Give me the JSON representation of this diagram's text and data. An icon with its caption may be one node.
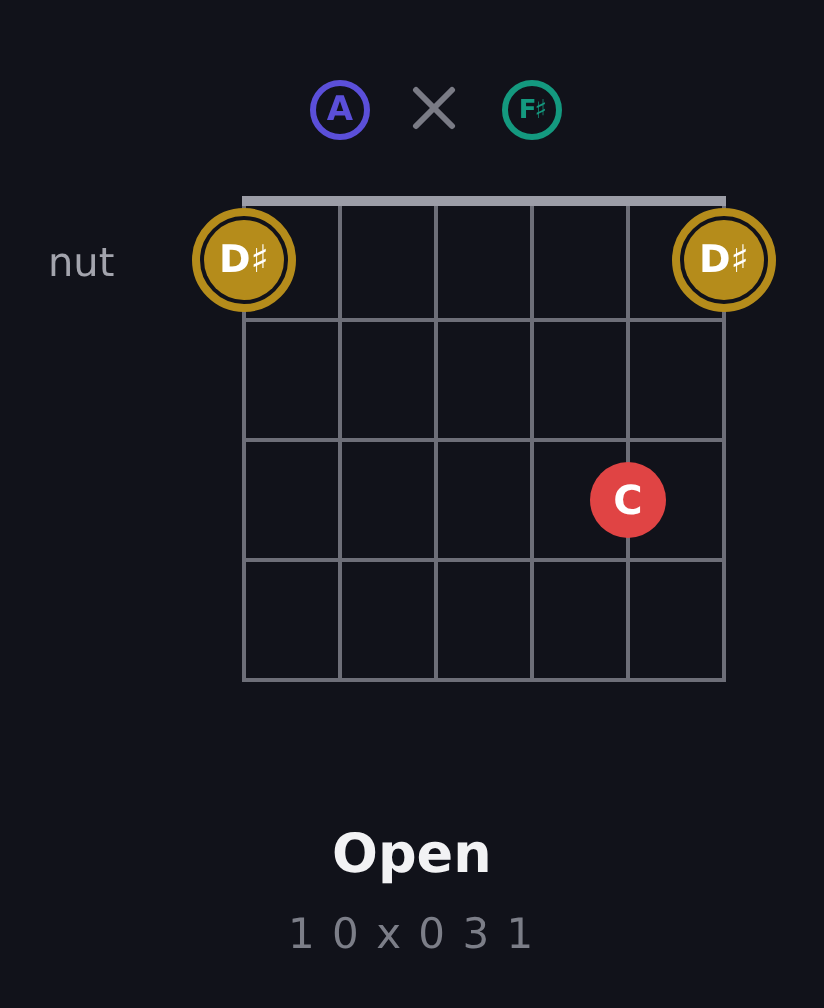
{
  "diagram": {
    "title": "Open",
    "nodes": [
      {
        "text": [
          "A"
        ]
      },
      {
        "text": [
          "F♯"
        ]
      },
      {
        "text": [
          "D♯"
        ]
      },
      {
        "text": [
          "D♯"
        ]
      },
      {
        "text": [
          "C"
        ]
      }
    ],
    "labels": [
      "nut",
      "1 0 x 0 3 1"
    ]
  }
}
